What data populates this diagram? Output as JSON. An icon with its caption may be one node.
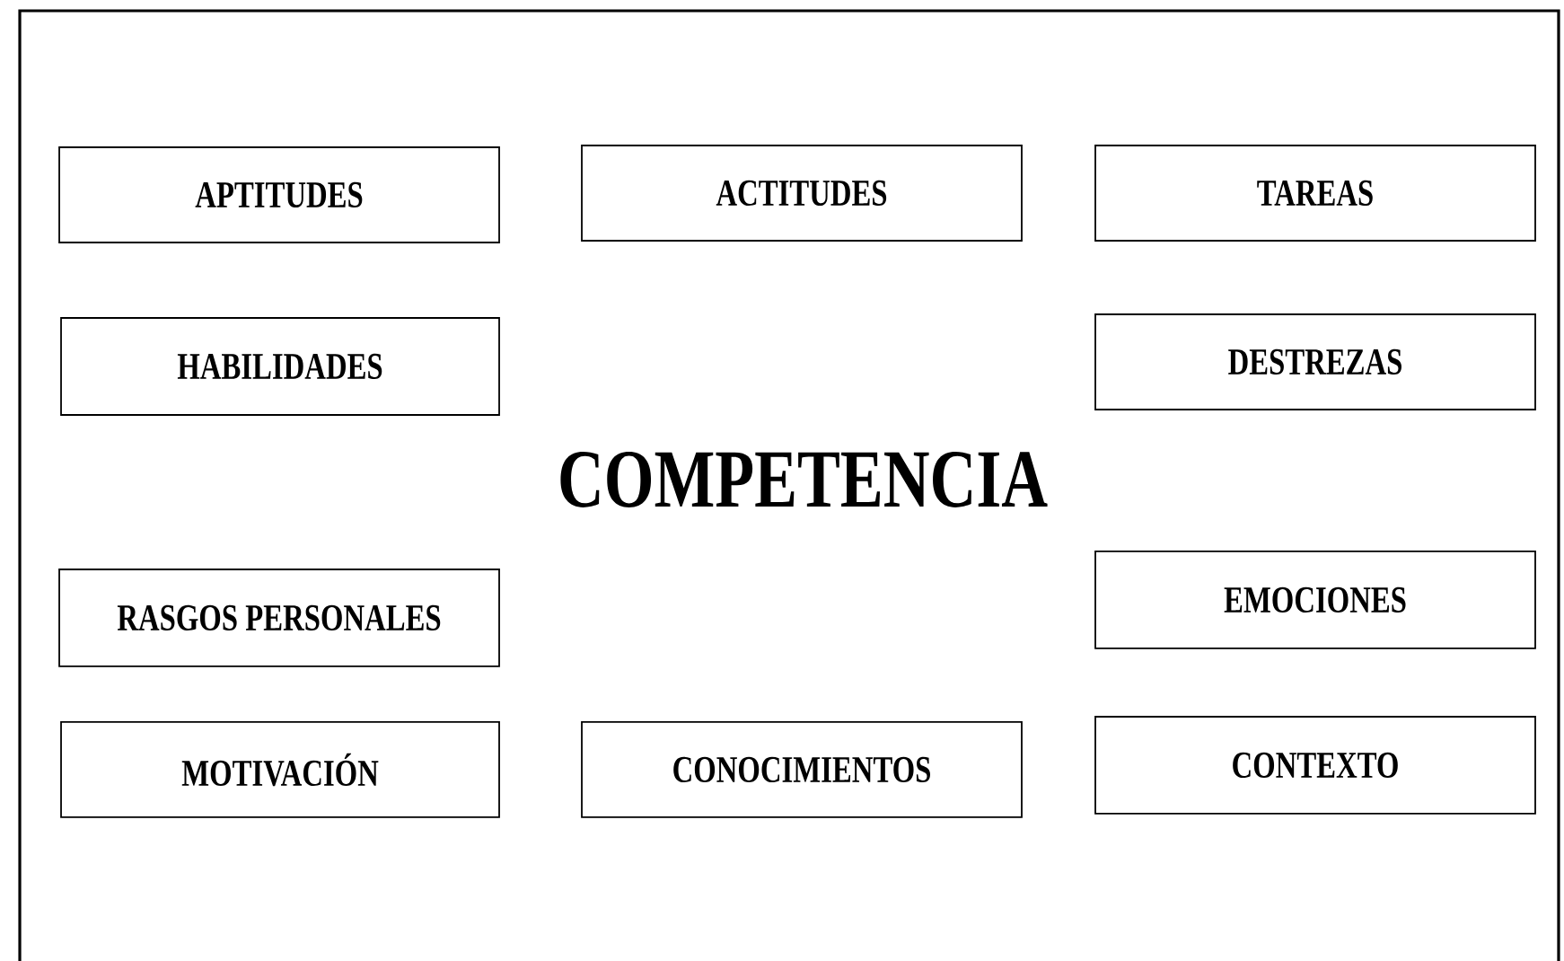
{
  "diagram": {
    "nodes": [
      {
        "text": [
          "APTITUDES"
        ]
      },
      {
        "text": [
          "ACTITUDES"
        ]
      },
      {
        "text": [
          "TAREAS"
        ]
      },
      {
        "text": [
          "HABILIDADES"
        ]
      },
      {
        "text": [
          "DESTREZAS"
        ]
      },
      {
        "text": [
          "RASGOS PERSONALES"
        ]
      },
      {
        "text": [
          "EMOCIONES"
        ]
      },
      {
        "text": [
          "MOTIVACIÓN"
        ]
      },
      {
        "text": [
          "CONOCIMIENTOS"
        ]
      },
      {
        "text": [
          "CONTEXTO"
        ]
      }
    ],
    "labels": [
      "COMPETENCIA"
    ]
  }
}
